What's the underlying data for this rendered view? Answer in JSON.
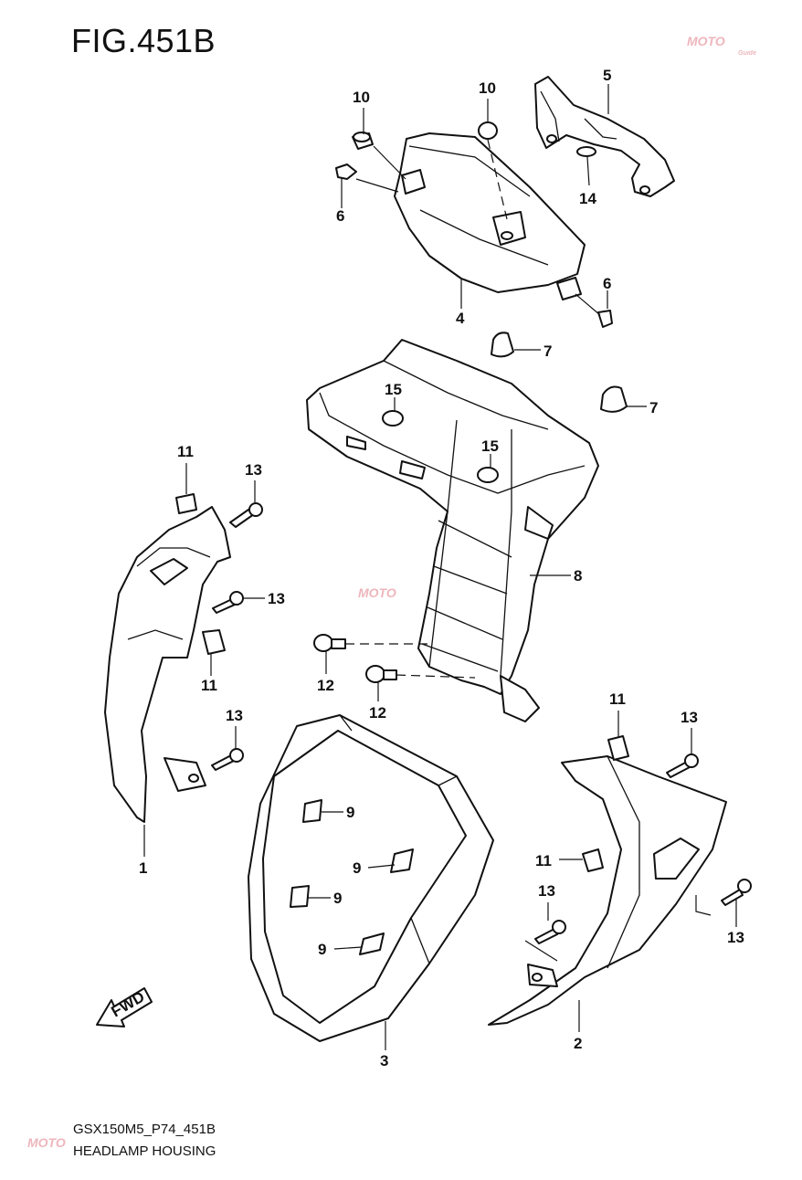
{
  "figure_title": "FIG.451B",
  "footer": {
    "code": "GSX150M5_P74_451B",
    "name": "HEADLAMP HOUSING"
  },
  "watermark": {
    "text": "MOTO",
    "sub": "Guide",
    "color": "#e07b86"
  },
  "fwd_label": "FWD",
  "callouts": {
    "c10a": "10",
    "c10b": "10",
    "c5": "5",
    "c6a": "6",
    "c14": "14",
    "c4": "4",
    "c6b": "6",
    "c7a": "7",
    "c7b": "7",
    "c15a": "15",
    "c15b": "15",
    "c8": "8",
    "c11a": "11",
    "c13a": "13",
    "c13b": "13",
    "c11b": "11",
    "c13c": "13",
    "c1": "1",
    "c12a": "12",
    "c12b": "12",
    "c9a": "9",
    "c9b": "9",
    "c9c": "9",
    "c9d": "9",
    "c3": "3",
    "c11c": "11",
    "c13d": "13",
    "c11d": "11",
    "c13e": "13",
    "c13f": "13",
    "c2": "2"
  }
}
